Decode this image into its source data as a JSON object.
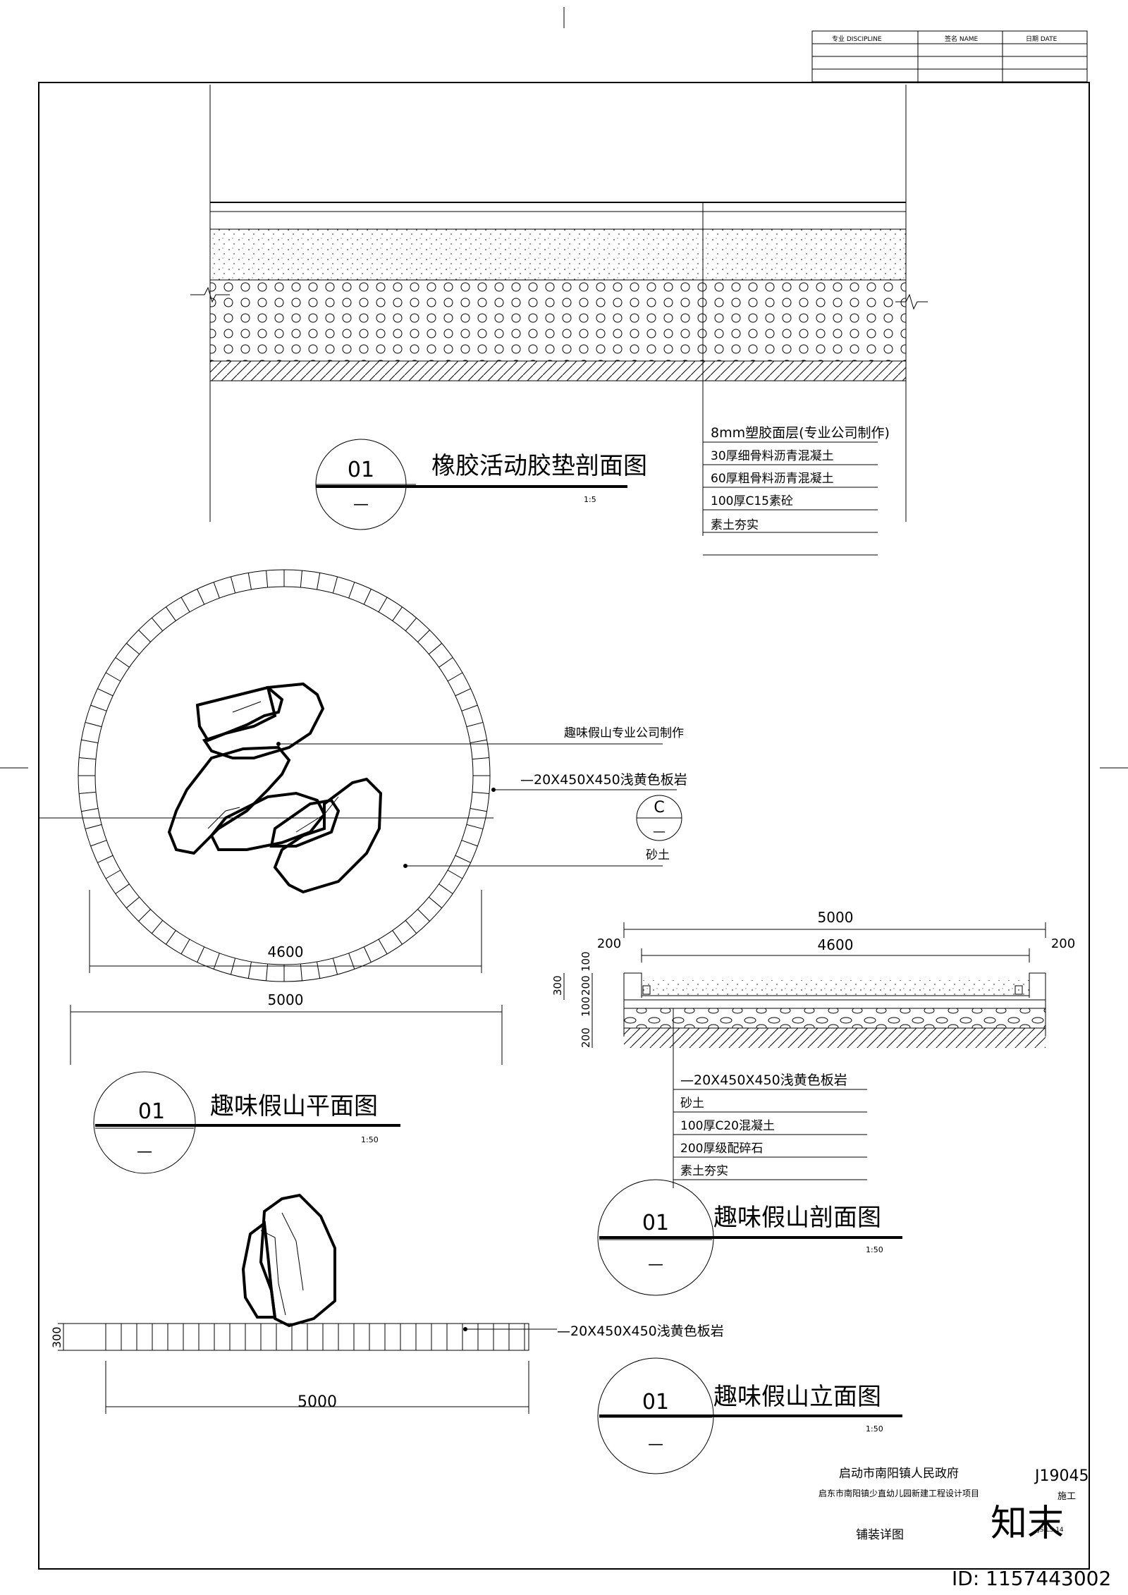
{
  "title_block": {
    "col1": "专业 DISCIPLINE",
    "col2": "签名 NAME",
    "col3": "日期 DATE"
  },
  "section1": {
    "number": "01",
    "sub": "—",
    "title": "橡胶活动胶垫剖面图",
    "scale": "1:5",
    "layers": [
      "8mm塑胶面层(专业公司制作)",
      "30厚细骨料沥青混凝土",
      "60厚粗骨料沥青混凝土",
      "100厚C15素砼",
      "素土夯实"
    ]
  },
  "plan": {
    "number": "01",
    "sub": "—",
    "title": "趣味假山平面图",
    "scale": "1:50",
    "labels": [
      "趣味假山专业公司制作",
      "—20X450X450浅黄色板岩",
      "砂土"
    ],
    "section_mark": "C",
    "section_mark_sub": "—",
    "dim_inner": "4600",
    "dim_outer": "5000"
  },
  "section2": {
    "number": "01",
    "sub": "—",
    "title": "趣味假山剖面图",
    "scale": "1:50",
    "dim_top": "5000",
    "dim_mid": "4600",
    "dim_left": "200",
    "dim_right": "200",
    "dim_v": [
      "100",
      "300",
      "200",
      "100",
      "200"
    ],
    "layers": [
      "—20X450X450浅黄色板岩",
      "砂土",
      "100厚C20混凝土",
      "200厚级配碎石",
      "素土夯实"
    ]
  },
  "elevation": {
    "number": "01",
    "sub": "—",
    "title": "趣味假山立面图",
    "scale": "1:50",
    "label": "—20X450X450浅黄色板岩",
    "dim_h": "5000",
    "dim_v": "300"
  },
  "footer": {
    "client": "启动市南阳镇人民政府",
    "project": "启东市南阳镇少直幼儿园新建工程设计项目",
    "drawing": "铺装详图",
    "code": "J19045",
    "sub1": "施工",
    "sub2": "JS-LS 14",
    "logo": "知末",
    "id": "ID: 1157443002"
  }
}
